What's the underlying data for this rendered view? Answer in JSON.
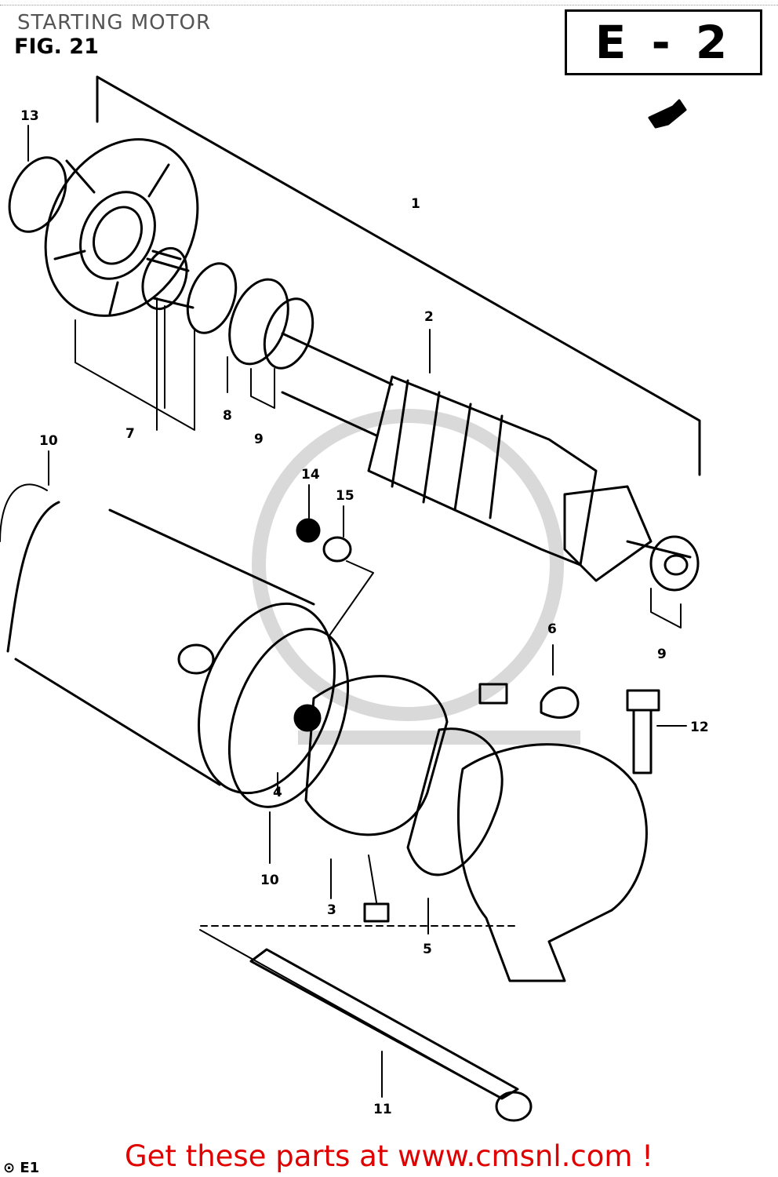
{
  "page": {
    "title": "STARTING MOTOR",
    "fig_label": "FIG. 21",
    "section_code": "E - 2",
    "corner_text": "⊙ E1",
    "footer_text": "Get these parts at www.cmsnl.com !"
  },
  "callouts": [
    {
      "id": "c13",
      "label": "13"
    },
    {
      "id": "c1",
      "label": "1"
    },
    {
      "id": "c2",
      "label": "2"
    },
    {
      "id": "c7",
      "label": "7"
    },
    {
      "id": "c8",
      "label": "8"
    },
    {
      "id": "c9a",
      "label": "9"
    },
    {
      "id": "c10a",
      "label": "10"
    },
    {
      "id": "c14",
      "label": "14"
    },
    {
      "id": "c15",
      "label": "15"
    },
    {
      "id": "c9b",
      "label": "9"
    },
    {
      "id": "c6",
      "label": "6"
    },
    {
      "id": "c12",
      "label": "12"
    },
    {
      "id": "c4",
      "label": "4"
    },
    {
      "id": "c10b",
      "label": "10"
    },
    {
      "id": "c3",
      "label": "3"
    },
    {
      "id": "c5",
      "label": "5"
    },
    {
      "id": "c11",
      "label": "11"
    }
  ],
  "colors": {
    "line": "#000000",
    "footer": "#e00000",
    "watermark": "#d8d8d8"
  }
}
